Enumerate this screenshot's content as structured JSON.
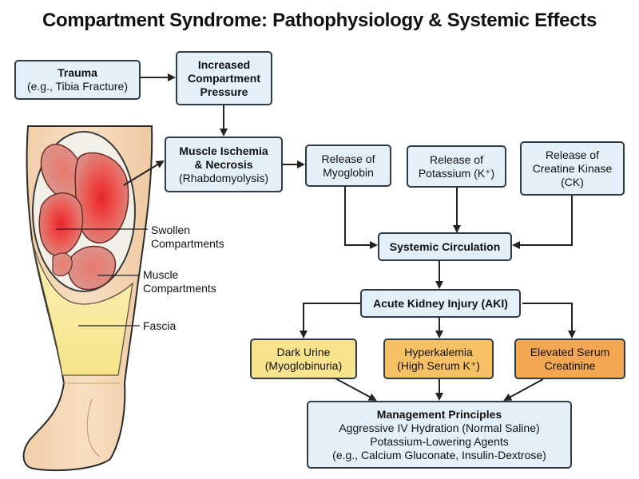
{
  "title": "Compartment Syndrome: Pathophysiology & Systemic Effects",
  "nodes": {
    "trauma": {
      "line1": "Trauma",
      "line2": "(e.g., Tibia Fracture)"
    },
    "pressure": {
      "line1": "Increased",
      "line2": "Compartment",
      "line3": "Pressure"
    },
    "ischemia": {
      "line1": "Muscle Ischemia",
      "line2": "& Necrosis",
      "line3": "(Rhabdomyolysis)"
    },
    "myoglobin": {
      "line1": "Release of",
      "line2": "Myoglobin"
    },
    "potassium": {
      "line1": "Release of",
      "line2": "Potassium (K⁺)"
    },
    "ck": {
      "line1": "Release of",
      "line2": "Creatine Kinase",
      "line3": "(CK)"
    },
    "circulation": {
      "line1": "Systemic Circulation"
    },
    "aki": {
      "line1": "Acute Kidney Injury (AKI)"
    },
    "dark_urine": {
      "line1": "Dark Urine",
      "line2": "(Myoglobinuria)"
    },
    "hyperkalemia": {
      "line1": "Hyperkalemia",
      "line2": "(High Serum K⁺)"
    },
    "creatinine": {
      "line1": "Elevated Serum",
      "line2": "Creatinine"
    },
    "management": {
      "line1": "Management Principles",
      "line2": "Aggressive IV Hydration (Normal Saline)",
      "line3": "Potassium-Lowering Agents",
      "line4": "(e.g., Calcium Gluconate, Insulin-Dextrose)"
    }
  },
  "anatomy_labels": {
    "swollen": [
      "Swollen",
      "Compartments"
    ],
    "muscle": [
      "Muscle",
      "Compartments"
    ],
    "fascia": "Fascia"
  },
  "colors": {
    "box_blue": "#e4f0f9",
    "box_yellow": "#f9e38c",
    "box_orange_light": "#f6c065",
    "box_orange": "#f4a753",
    "muscle_red": "#e8413f",
    "skin": "#f6d9b8"
  }
}
